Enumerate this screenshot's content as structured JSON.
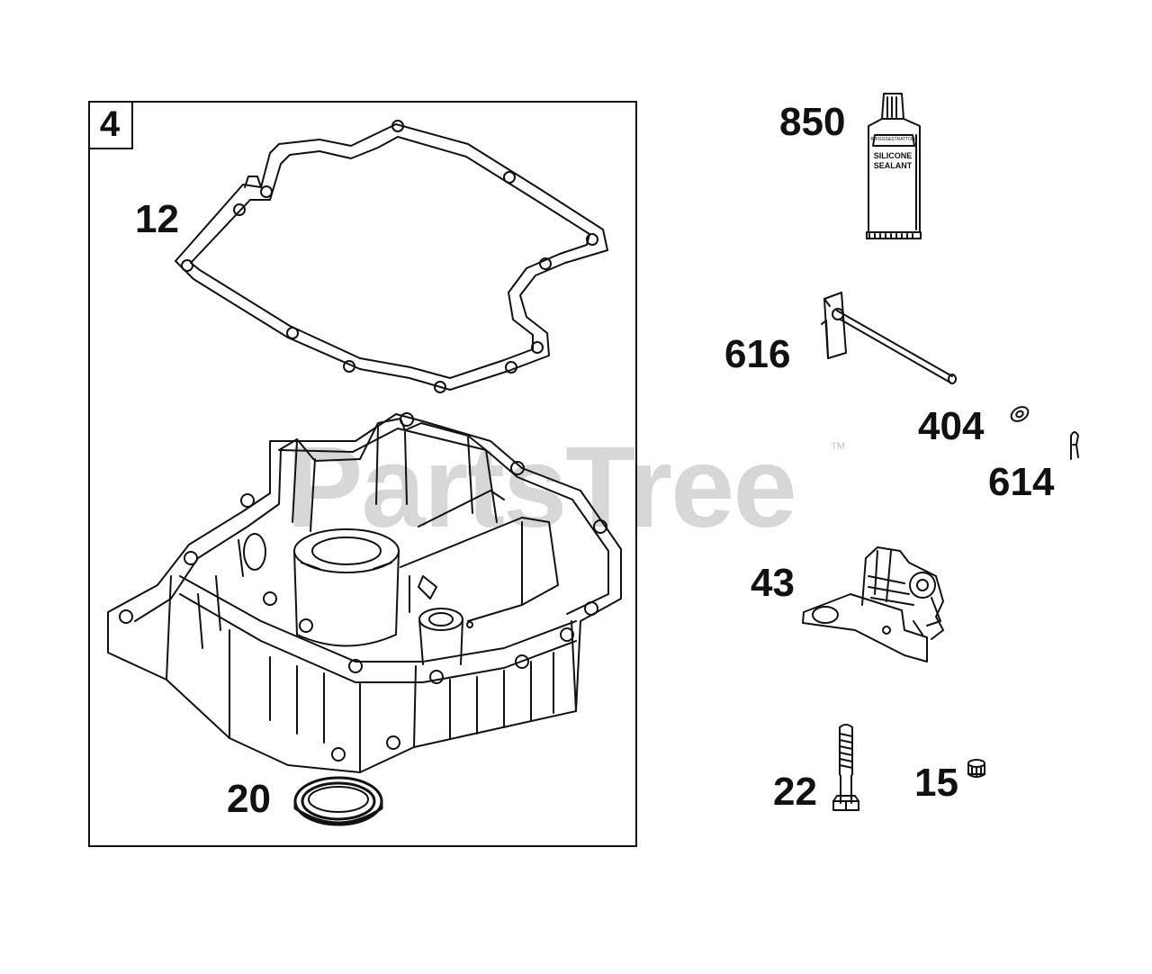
{
  "watermark": {
    "text": "PartsTree",
    "tm": "™"
  },
  "kit": {
    "number": "4"
  },
  "tube_text": {
    "brand": "BRIGGS&STRATTON",
    "line1": "SILICONE",
    "line2": "SEALANT"
  },
  "parts": [
    {
      "ref": "12",
      "name": "gasket"
    },
    {
      "ref": "20",
      "name": "oil-seal"
    },
    {
      "ref": "850",
      "name": "silicone-sealant"
    },
    {
      "ref": "616",
      "name": "governor-crank-bracket"
    },
    {
      "ref": "404",
      "name": "washer"
    },
    {
      "ref": "614",
      "name": "retainer-clip"
    },
    {
      "ref": "43",
      "name": "governor-assembly"
    },
    {
      "ref": "22",
      "name": "bolt"
    },
    {
      "ref": "15",
      "name": "plug"
    }
  ]
}
